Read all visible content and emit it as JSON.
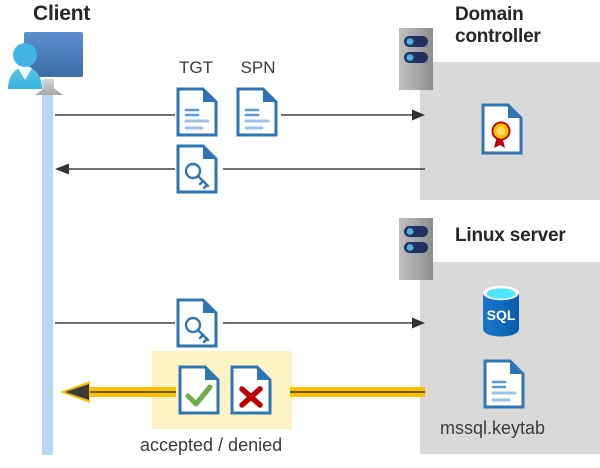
{
  "diagram": {
    "title_client": "Client",
    "title_domain_controller": "Domain\ncontroller",
    "title_linux_server": "Linux server",
    "label_tgt": "TGT",
    "label_spn": "SPN",
    "label_keytab": "mssql.keytab",
    "label_result": "accepted / denied",
    "label_sql": "SQL",
    "colors": {
      "panel_gray": "#d9d9d9",
      "lifeline_blue": "#b9d6f2",
      "highlight_yellow": "#fdf2c4",
      "arrow_gray": "#404040",
      "arrow_gold": "#ffc000",
      "doc_blue": "#2e75b6",
      "doc_fold_blue": "#2e75b6",
      "doc_line_blue": "#9dc3e6",
      "server_gray": "#a6a6a6",
      "server_navy": "#22325c",
      "server_cyan": "#41b6e6",
      "sql_blue": "#0f6cbd",
      "sql_top_cyan": "#50e6ff",
      "seal_gold": "#ffc000",
      "seal_red": "#c00000",
      "check_green": "#70ad47",
      "cross_red": "#c00000",
      "monitor_blue": "#4f81bd",
      "person_cyan": "#41b6e6",
      "text_dark": "#262626"
    },
    "flows": [
      {
        "name": "client-to-dc-request",
        "direction": "right",
        "icons": [
          "TGT",
          "SPN"
        ]
      },
      {
        "name": "dc-to-client-ticket",
        "direction": "left",
        "icons": [
          "key-document"
        ]
      },
      {
        "name": "client-to-linux-ticket",
        "direction": "right",
        "icons": [
          "key-document"
        ]
      },
      {
        "name": "linux-to-client-result",
        "direction": "left",
        "icons": [
          "accepted-document",
          "denied-document"
        ]
      }
    ]
  }
}
